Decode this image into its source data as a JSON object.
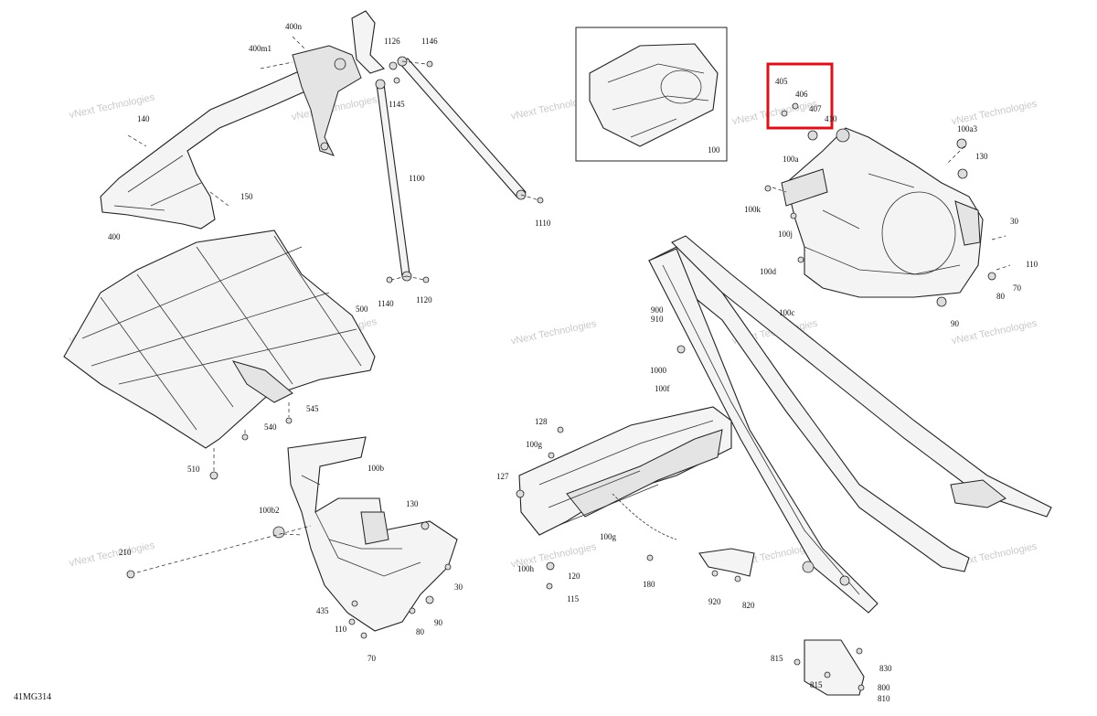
{
  "figure_id": "41MG314",
  "watermark": "vNext Technologies",
  "highlight_color": "#d4141c",
  "labels": {
    "l400n": "400n",
    "l400m1": "400m1",
    "l1126": "1126",
    "l1146": "1146",
    "l140": "140",
    "l1145": "1145",
    "l1100": "1100",
    "l150": "150",
    "l400": "400",
    "l1110": "1110",
    "l1140": "1140",
    "l1120": "1120",
    "l500": "500",
    "l545": "545",
    "l540": "540",
    "l510": "510",
    "l100b": "100b",
    "l100b2": "100b2",
    "l130a": "130",
    "l210": "210",
    "l30a": "30",
    "l435": "435",
    "l110a": "110",
    "l80a": "80",
    "l90a": "90",
    "l70a": "70",
    "l100": "100",
    "l405": "405",
    "l406": "406",
    "l407": "407",
    "l410": "410",
    "l100a3": "100a3",
    "l100a": "100a",
    "l130b": "130",
    "l100k": "100k",
    "l100j": "100j",
    "l30b": "30",
    "l110b": "110",
    "l100d": "100d",
    "l100c": "100c",
    "l70b": "70",
    "l80b": "80",
    "l90b": "90",
    "l900": "900",
    "l910": "910",
    "l1000": "1000",
    "l100f": "100f",
    "l128": "128",
    "l100g": "100g",
    "l127": "127",
    "l100g2": "100g",
    "l100h": "100h",
    "l120": "120",
    "l115": "115",
    "l180": "180",
    "l920": "920",
    "l820": "820",
    "l815a": "815",
    "l830": "830",
    "l815b": "815",
    "l800": "800",
    "l810": "810"
  }
}
